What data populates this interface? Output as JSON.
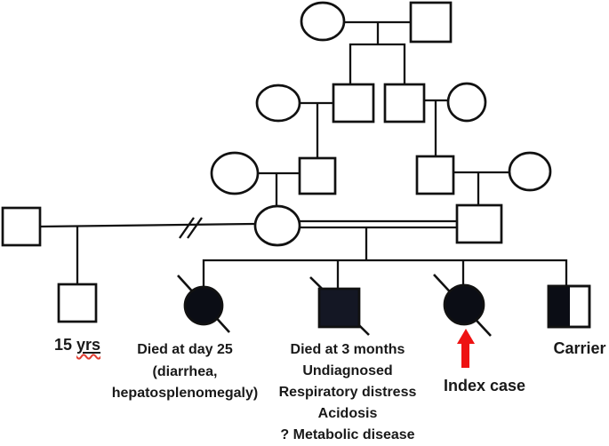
{
  "figure": {
    "type": "pedigree",
    "description": "Five-generation family pedigree with a consanguineous union (double line), a previous separated union (double slash), three affected deceased children, one carrier sibling and an index case marked with a red arrow."
  },
  "labels": {
    "age_num": "15",
    "age_unit": "yrs",
    "child1": [
      "Died at day 25",
      "(diarrhea,",
      "hepatosplenomegaly)"
    ],
    "child2": [
      "Died at 3 months",
      "Undiagnosed",
      "Respiratory distress",
      "Acidosis",
      "? Metabolic disease"
    ],
    "index_case": "Index case",
    "carrier": "Carrier"
  },
  "colors": {
    "line": "#111111",
    "affected_circle": "#0b0d15",
    "affected_square": "#141724",
    "carrier_fill": "#0b0d15",
    "arrow": "#ee1212",
    "background": "#ffffff"
  },
  "pedigree": {
    "individuals": [
      {
        "id": "I-1",
        "sex": "female",
        "status": "unaffected"
      },
      {
        "id": "I-2",
        "sex": "male",
        "status": "unaffected"
      },
      {
        "id": "II-1",
        "sex": "female",
        "status": "unaffected"
      },
      {
        "id": "II-2",
        "sex": "male",
        "status": "unaffected"
      },
      {
        "id": "II-3",
        "sex": "male",
        "status": "unaffected"
      },
      {
        "id": "II-4",
        "sex": "female",
        "status": "unaffected"
      },
      {
        "id": "III-1",
        "sex": "female",
        "status": "unaffected"
      },
      {
        "id": "III-2",
        "sex": "male",
        "status": "unaffected"
      },
      {
        "id": "III-3",
        "sex": "male",
        "status": "unaffected"
      },
      {
        "id": "III-4",
        "sex": "female",
        "status": "unaffected"
      },
      {
        "id": "IV-1",
        "sex": "male",
        "status": "unaffected",
        "union": "separated (double slash) from IV-2"
      },
      {
        "id": "IV-2",
        "sex": "female",
        "status": "unaffected",
        "union": "consanguineous (double line) with IV-3"
      },
      {
        "id": "IV-3",
        "sex": "male",
        "status": "unaffected"
      },
      {
        "id": "V-1",
        "sex": "male",
        "status": "unaffected",
        "annotation": "15 yrs"
      },
      {
        "id": "V-2",
        "sex": "female",
        "status": "affected, deceased",
        "annotation": "Died at day 25 (diarrhea, hepatosplenomegaly)"
      },
      {
        "id": "V-3",
        "sex": "male",
        "status": "affected, deceased",
        "annotation": "Died at 3 months Undiagnosed Respiratory distress Acidosis ? Metabolic disease"
      },
      {
        "id": "V-4",
        "sex": "female",
        "status": "affected, deceased, index case",
        "annotation": "Index case"
      },
      {
        "id": "V-5",
        "sex": "male",
        "status": "carrier",
        "annotation": "Carrier"
      }
    ]
  }
}
